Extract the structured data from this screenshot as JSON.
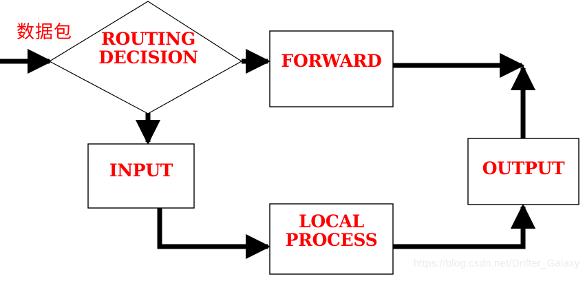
{
  "diagram": {
    "title_label": "数据包",
    "nodes": [
      {
        "id": "routing-decision",
        "label": "ROUTING\nDECISION",
        "shape": "diamond"
      },
      {
        "id": "forward",
        "label": "FORWARD",
        "shape": "rect"
      },
      {
        "id": "input",
        "label": "INPUT",
        "shape": "rect"
      },
      {
        "id": "local-process",
        "label": "LOCAL\nPROCESS",
        "shape": "rect"
      },
      {
        "id": "output",
        "label": "OUTPUT",
        "shape": "rect"
      }
    ],
    "edges": [
      {
        "from": "packet-source",
        "to": "routing-decision"
      },
      {
        "from": "routing-decision",
        "to": "forward"
      },
      {
        "from": "routing-decision",
        "to": "input"
      },
      {
        "from": "input",
        "to": "local-process"
      },
      {
        "from": "forward",
        "to": "junction"
      },
      {
        "from": "output",
        "to": "junction"
      },
      {
        "from": "local-process",
        "to": "output"
      }
    ],
    "colors": {
      "label_text": "#ff0000",
      "node_stroke": "#000000",
      "node_fill": "#ffffff",
      "connector": "#000000",
      "background": "#ffffff",
      "watermark": "#ececec"
    }
  },
  "watermark": {
    "text": "https://blog.csdn.net/Drifter_Galaxy"
  }
}
